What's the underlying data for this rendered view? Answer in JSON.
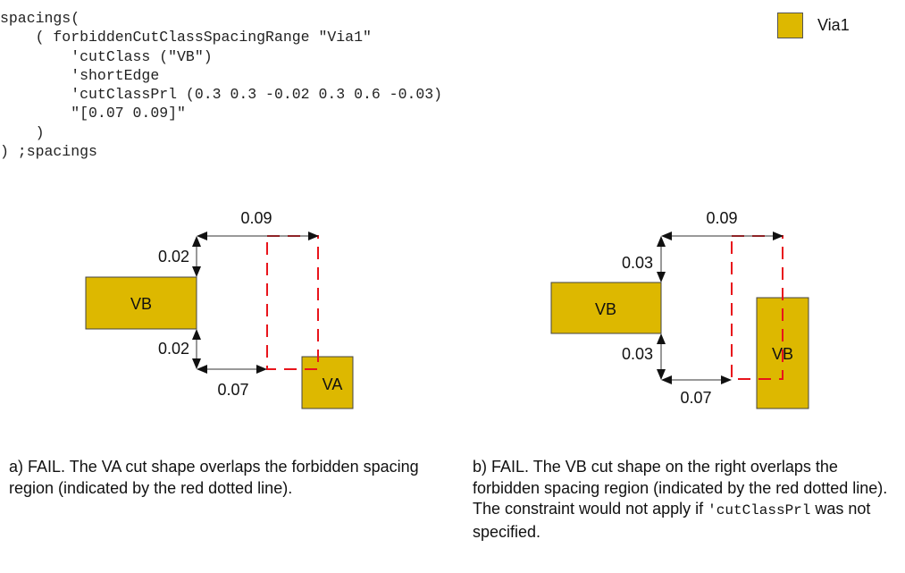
{
  "code": {
    "lines": [
      "spacings(",
      "    ( forbiddenCutClassSpacingRange \"Via1\"",
      "        'cutClass (\"VB\")",
      "        'shortEdge",
      "        'cutClassPrl (0.3 0.3 -0.02 0.3 0.6 -0.03)",
      "        \"[0.07 0.09]\"",
      "    )",
      ") ;spacings"
    ]
  },
  "legend": {
    "label": "Via1",
    "color": "#DDB800"
  },
  "colors": {
    "shape_fill": "#DDB800",
    "forbidden_region": "#E8141B",
    "arrow": "#111111"
  },
  "diagram_a": {
    "left_shape_label": "VB",
    "right_shape_label": "VA",
    "dim_top": "0.09",
    "dim_upper_vertical": "0.02",
    "dim_lower_vertical": "0.02",
    "dim_bottom": "0.07",
    "caption": "a) FAIL. The VA cut shape overlaps the forbidden spacing region (indicated by the red dotted line)."
  },
  "diagram_b": {
    "left_shape_label": "VB",
    "right_shape_label": "VB",
    "dim_top": "0.09",
    "dim_upper_vertical": "0.03",
    "dim_lower_vertical": "0.03",
    "dim_bottom": "0.07",
    "caption_part1": "b) FAIL. The VB cut shape on the right overlaps the forbidden spacing region (indicated by the red dotted line). The constraint would not apply if ",
    "caption_code": "'cutClassPrl",
    "caption_part2": " was not specified."
  }
}
